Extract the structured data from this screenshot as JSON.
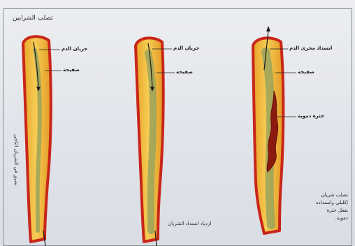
{
  "title": "تصلب الشرايين",
  "vessels": [
    {
      "labels": {
        "blood_flow": "جريان الدم",
        "plaque": "صفيحة"
      }
    },
    {
      "labels": {
        "blood_flow": "جريان الدم",
        "plaque": "صفيحة"
      }
    },
    {
      "labels": {
        "blood_flow": "انسداد مجرى الدم",
        "plaque": "صفيحة",
        "clot": "خثرة دموية"
      }
    }
  ],
  "captions": {
    "left_vertical": "تضيق في الشريان التاجي",
    "middle_bottom": "ازدياد انسداد الشريان",
    "right_note": "تصلب شريان إكليلي وانسداده بفعل خثرة دموية."
  },
  "colors": {
    "vessel_wall": "#c8261a",
    "vessel_fill": "#f2bd3a",
    "plaque": "#9aa35a",
    "clot": "#8a1a10",
    "arrow": "#1c1c1c",
    "leader": "#222222"
  }
}
